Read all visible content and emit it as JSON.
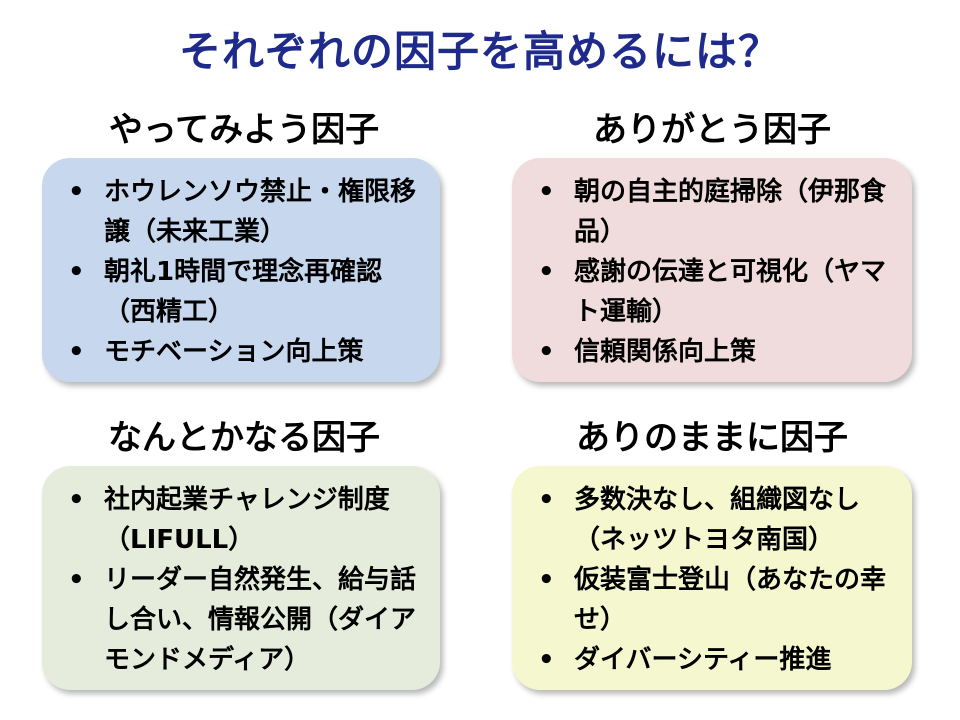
{
  "title": "それぞれの因子を高めるには？",
  "bullet_glyph": "•",
  "quadrants": [
    {
      "heading": "やってみよう因子",
      "color": "#c7d7ee",
      "items": [
        "ホウレンソウ禁止・権限移譲（未来工業）",
        "朝礼1時間で理念再確認（西精工）",
        "モチベーション向上策"
      ]
    },
    {
      "heading": "ありがとう因子",
      "color": "#f0dcdc",
      "items": [
        "朝の自主的庭掃除（伊那食品）",
        "感謝の伝達と可視化（ヤマト運輸）",
        "信頼関係向上策"
      ]
    },
    {
      "heading": "なんとかなる因子",
      "color": "#e6ecdb",
      "items": [
        "社内起業チャレンジ制度（LIFULL）",
        "リーダー自然発生、給与話し合い、情報公開（ダイアモンドメディア）"
      ]
    },
    {
      "heading": "ありのままに因子",
      "color": "#f5f8cf",
      "items": [
        "多数決なし、組織図なし（ネッツトヨタ南国）",
        "仮装富士登山（あなたの幸せ）",
        "ダイバーシティー推進"
      ]
    }
  ]
}
